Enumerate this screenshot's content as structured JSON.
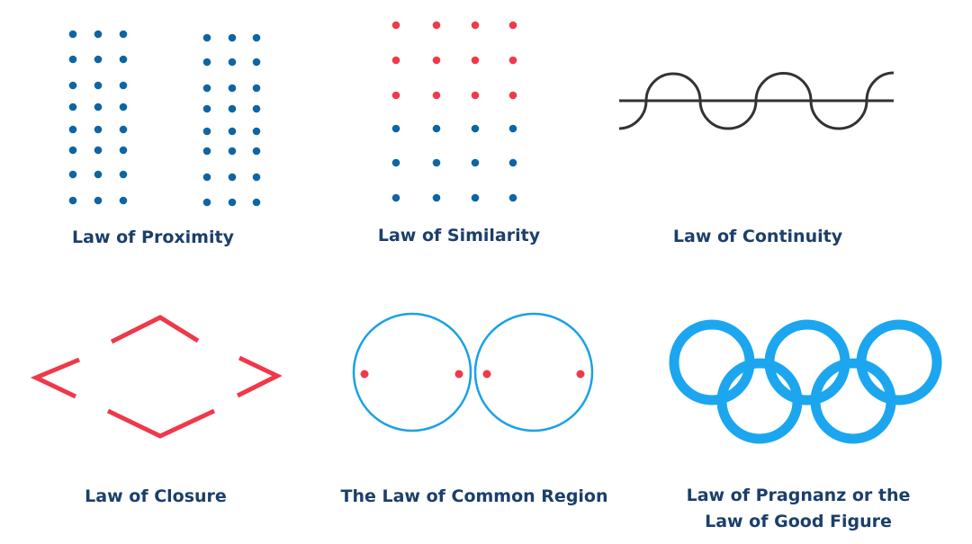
{
  "labels": {
    "proximity": "Law of Proximity",
    "similarity": "Law of Similarity",
    "continuity": "Law of Continuity",
    "closure": "Law of Closure",
    "common_region": "The Law of Common Region",
    "pragnanz_line1": "Law of Pragnanz or the",
    "pragnanz_line2": "Law of Good Figure"
  },
  "colors": {
    "text": "#1b3f6b",
    "dot_blue": "#0f65a3",
    "dot_red": "#ef3a4a",
    "line_dark": "#333333",
    "closure_red": "#f0384a",
    "ring_blue": "#1ca6ef"
  }
}
